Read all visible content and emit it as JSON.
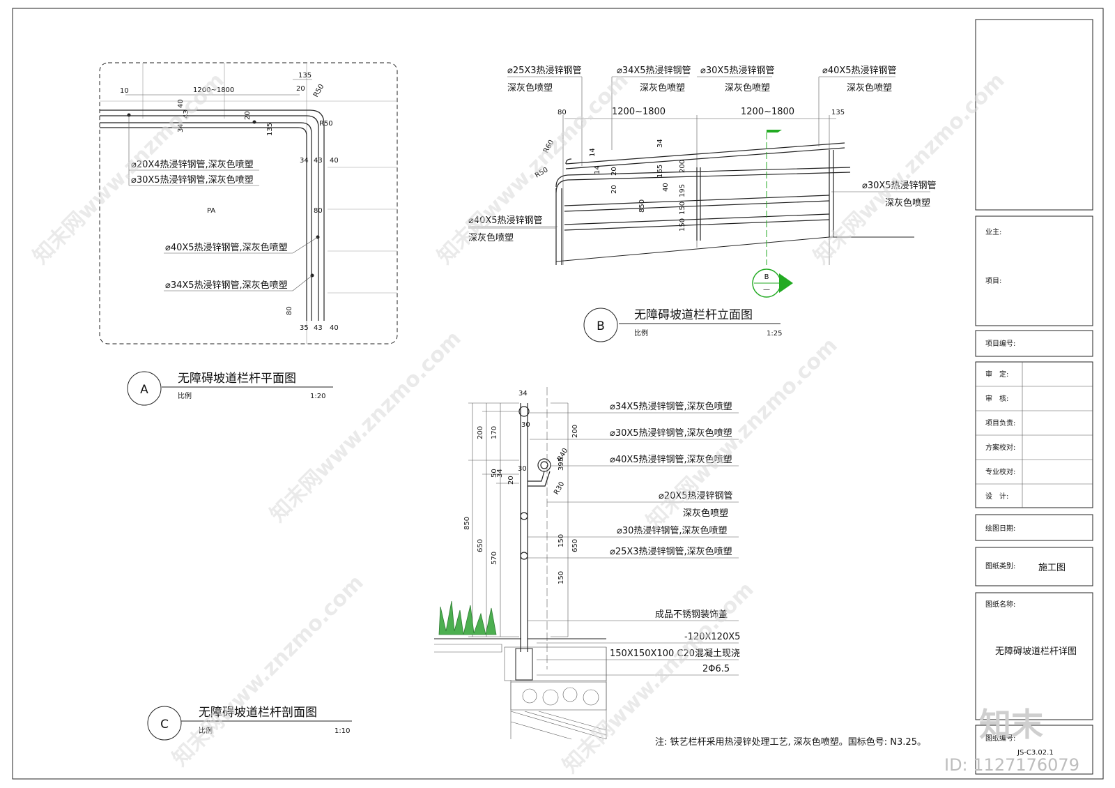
{
  "view_a": {
    "letter": "A",
    "title": "无障碍坡道栏杆平面图",
    "scale_label": "比例",
    "scale": "1:20",
    "pa": "PA",
    "labels": [
      "⌀20X4热浸锌钢管,深灰色喷塑",
      "⌀30X5热浸锌钢管,深灰色喷塑",
      "⌀40X5热浸锌钢管,深灰色喷塑",
      "⌀34X5热浸锌钢管,深灰色喷塑"
    ],
    "dims": [
      "10",
      "1200~1800",
      "135",
      "20",
      "R50",
      "40",
      "43",
      "34",
      "20",
      "135",
      "R50",
      "34",
      "43",
      "40",
      "80",
      "80",
      "35",
      "43",
      "40"
    ]
  },
  "view_b": {
    "letter": "B",
    "title": "无障碍坡道栏杆立面图",
    "scale_label": "比例",
    "scale": "1:25",
    "section_mark": "B",
    "section_sub": "—",
    "top_labels": [
      {
        "line1": "⌀25X3热浸锌钢管",
        "line2": "深灰色喷塑"
      },
      {
        "line1": "⌀34X5热浸锌钢管",
        "line2": "深灰色喷塑"
      },
      {
        "line1": "⌀30X5热浸锌钢管",
        "line2": "深灰色喷塑"
      },
      {
        "line1": "⌀40X5热浸锌钢管",
        "line2": "深灰色喷塑"
      }
    ],
    "right_label": {
      "line1": "⌀30X5热浸锌钢管",
      "line2": "深灰色喷塑"
    },
    "left_label": {
      "line1": "⌀40X5热浸锌钢管",
      "line2": "深灰色喷塑"
    },
    "dims": [
      "80",
      "1200~1800",
      "1200~1800",
      "135",
      "R60",
      "R50",
      "14",
      "14",
      "20",
      "20",
      "34",
      "165",
      "40",
      "200",
      "195",
      "150",
      "150",
      "850"
    ]
  },
  "view_c": {
    "letter": "C",
    "title": "无障碍坡道栏杆剖面图",
    "scale_label": "比例",
    "scale": "1:10",
    "labels": [
      "⌀34X5热浸锌钢管,深灰色喷塑",
      "⌀30X5热浸锌钢管,深灰色喷塑",
      "⌀40X5热浸锌钢管,深灰色喷塑",
      "⌀20X5热浸锌钢管",
      "深灰色喷塑",
      "⌀30热浸锌钢管,深灰色喷塑",
      "⌀25X3热浸锌钢管,深灰色喷塑",
      "成品不锈钢装饰盖",
      "-120X120X5",
      "150X150X100 C20混凝土现浇",
      "2Φ6.5"
    ],
    "dims": [
      "34",
      "200",
      "170",
      "30",
      "200",
      "R40",
      "50",
      "34",
      "30",
      "20",
      "395",
      "R30",
      "850",
      "650",
      "570",
      "150",
      "650",
      "150"
    ]
  },
  "note": "注: 铁艺栏杆采用热浸锌处理工艺, 深灰色喷塑。国标色号: N3.25。",
  "title_block": {
    "owner": "业主:",
    "project": "项目:",
    "project_no": "项目编号:",
    "roles": [
      "审　定:",
      "审　核:",
      "项目负责:",
      "方案校对:",
      "专业校对:",
      "设　计:"
    ],
    "draw_date": "绘图日期:",
    "drawing_type_label": "图纸类别:",
    "drawing_type": "施工图",
    "drawing_name_label": "图纸名称:",
    "drawing_name": "无障碍坡道栏杆详图",
    "drawing_no_label": "图纸编号:",
    "drawing_no": "JS-C3.02.1"
  },
  "watermark": {
    "text": "知末网www.znzmo.com",
    "logo": "知末",
    "id": "ID: 1127176079"
  },
  "colors": {
    "flag": "#22aa22",
    "line": "#222222"
  }
}
